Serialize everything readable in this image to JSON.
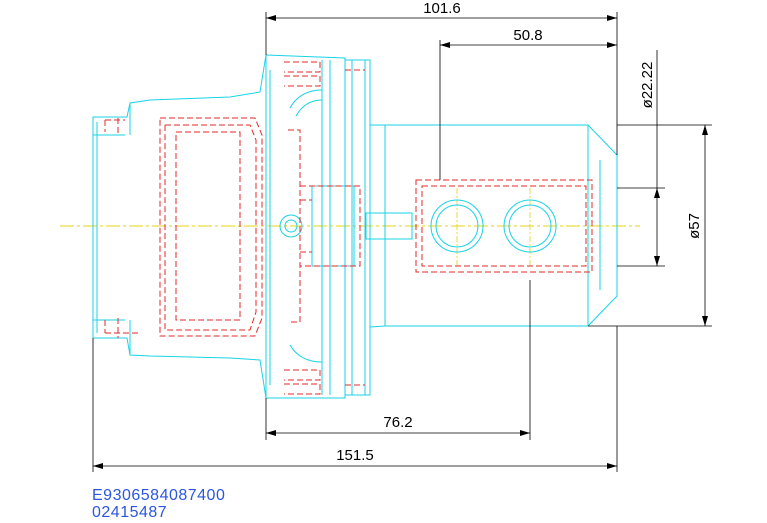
{
  "drawing": {
    "dimensions": {
      "overall_top": "101.6",
      "inner_top": "50.8",
      "dia_bore": "ø22.22",
      "dia_body": "ø57",
      "bottom_inner": "76.2",
      "bottom_overall": "151.5"
    },
    "colors": {
      "outline": "#19d3e6",
      "hidden": "#e02a2a",
      "centerline": "#e6d21a",
      "dimension": "#000000",
      "caption": "#2b56e0"
    }
  },
  "caption": {
    "part_code": "E9306584087400",
    "part_number": "02415487"
  }
}
